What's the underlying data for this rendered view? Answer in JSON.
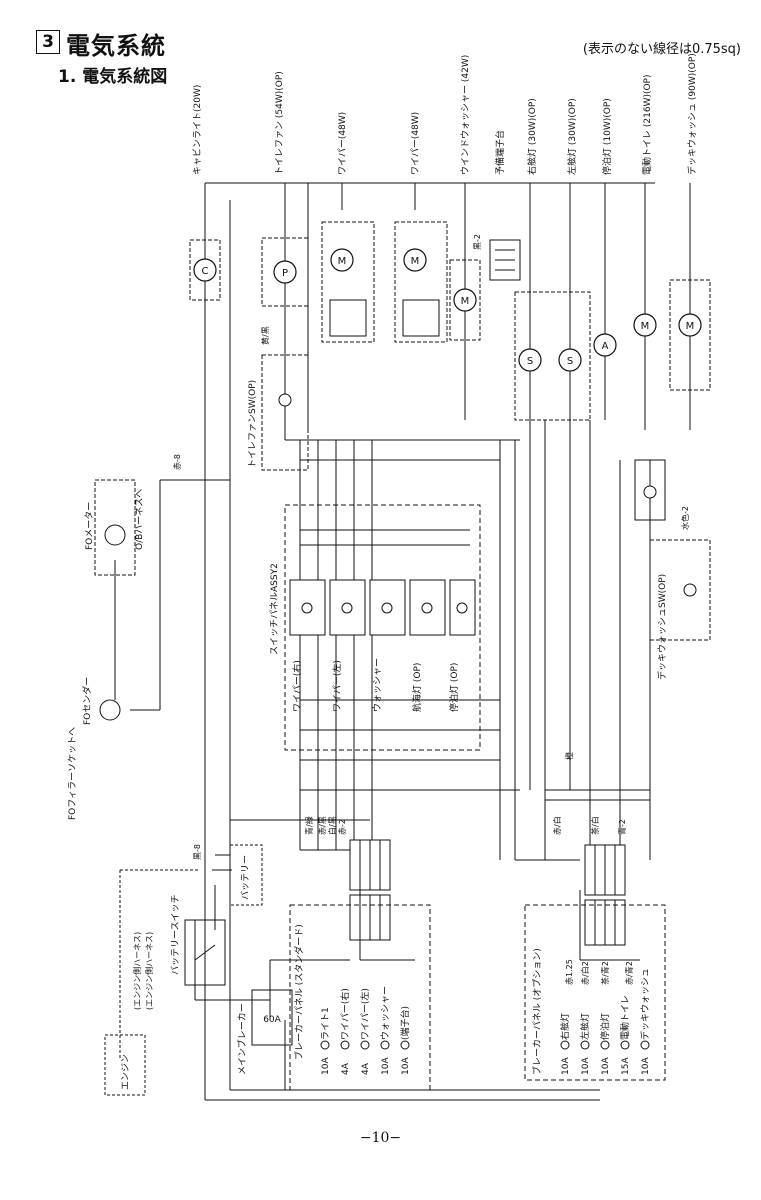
{
  "header": {
    "section_number": "3",
    "title": "電気系統",
    "subtitle": "1. 電気系統図",
    "note": "(表示のない線径は0.75sq)"
  },
  "loads": [
    {
      "label": "キャビンライト(20W)",
      "symbol": "C"
    },
    {
      "label": "トイレファン (54W)(OP)",
      "symbol": "P"
    },
    {
      "label": "ワイパー(48W)",
      "symbol": "M"
    },
    {
      "label": "ワイパー(48W)",
      "symbol": "M"
    },
    {
      "label": "ウインドウォッシャー (42W)",
      "symbol": "M"
    },
    {
      "label": "予備端子台",
      "symbol": ""
    },
    {
      "label": "右舷灯 (30W)(OP)",
      "symbol": "S"
    },
    {
      "label": "左舷灯 (30W)(OP)",
      "symbol": "S"
    },
    {
      "label": "停泊灯 (10W)(OP)",
      "symbol": "A"
    },
    {
      "label": "電動トイレ (216W)(OP)",
      "symbol": "M"
    },
    {
      "label": "デッキウォッシュ (90W)(OP)",
      "symbol": "M"
    }
  ],
  "toilet_fan_switch": "トイレファンSW(OP)",
  "switch_panel": "スイッチパネルASSY2",
  "switches": [
    "ワイパー(右)",
    "ワイパー(左)",
    "ウォッシャー",
    "航海灯 (OP)",
    "停泊灯 (OP)"
  ],
  "deck_wash_switch": "デッキウォッシュSW(OP)",
  "fo_meter": "FOメーター",
  "ob_harness": "O/Bハーネスへ",
  "fo_sender": "FOセンダー",
  "fo_filler": "FOフィラーソケットへ",
  "battery": "バッテリー",
  "battery_switch": "バッテリースイッチ",
  "main_breaker": "メインブレーカー",
  "main_breaker_rating": "60A",
  "engine": "エンジン",
  "engine_harness_1": "(エンジン側ハーネス)",
  "engine_harness_2": "(エンジン側ハーネス)",
  "breaker_panel_std": "ブレーカーパネル (スタンダード)",
  "breaker_panel_opt": "ブレーカーパネル (オプション)",
  "std_breakers": [
    {
      "name": "ライト1",
      "rating": "10A"
    },
    {
      "name": "ワイパー(右)",
      "rating": "4A"
    },
    {
      "name": "ワイパー(左)",
      "rating": "4A"
    },
    {
      "name": "ウォッシャー",
      "rating": "10A"
    },
    {
      "name": "(端子台)",
      "rating": "10A"
    }
  ],
  "opt_breakers": [
    {
      "name": "右舷灯",
      "rating": "10A"
    },
    {
      "name": "左舷灯",
      "rating": "10A"
    },
    {
      "name": "停泊灯",
      "rating": "10A"
    },
    {
      "name": "電動トイレ",
      "rating": "15A"
    },
    {
      "name": "デッキウォッシュ",
      "rating": "10A"
    }
  ],
  "wire_labels": [
    "赤-8",
    "黒-8",
    "赤-2",
    "黒-2",
    "青/緑",
    "赤/黒",
    "白/黒",
    "黄/黒",
    "茶/白",
    "橙",
    "赤/白",
    "水色-2",
    "青-2",
    "赤1.25",
    "赤/白2",
    "茶/青2",
    "赤/青2"
  ],
  "page_number": "−10−",
  "colors": {
    "ink": "#111111",
    "paper": "#ffffff"
  }
}
